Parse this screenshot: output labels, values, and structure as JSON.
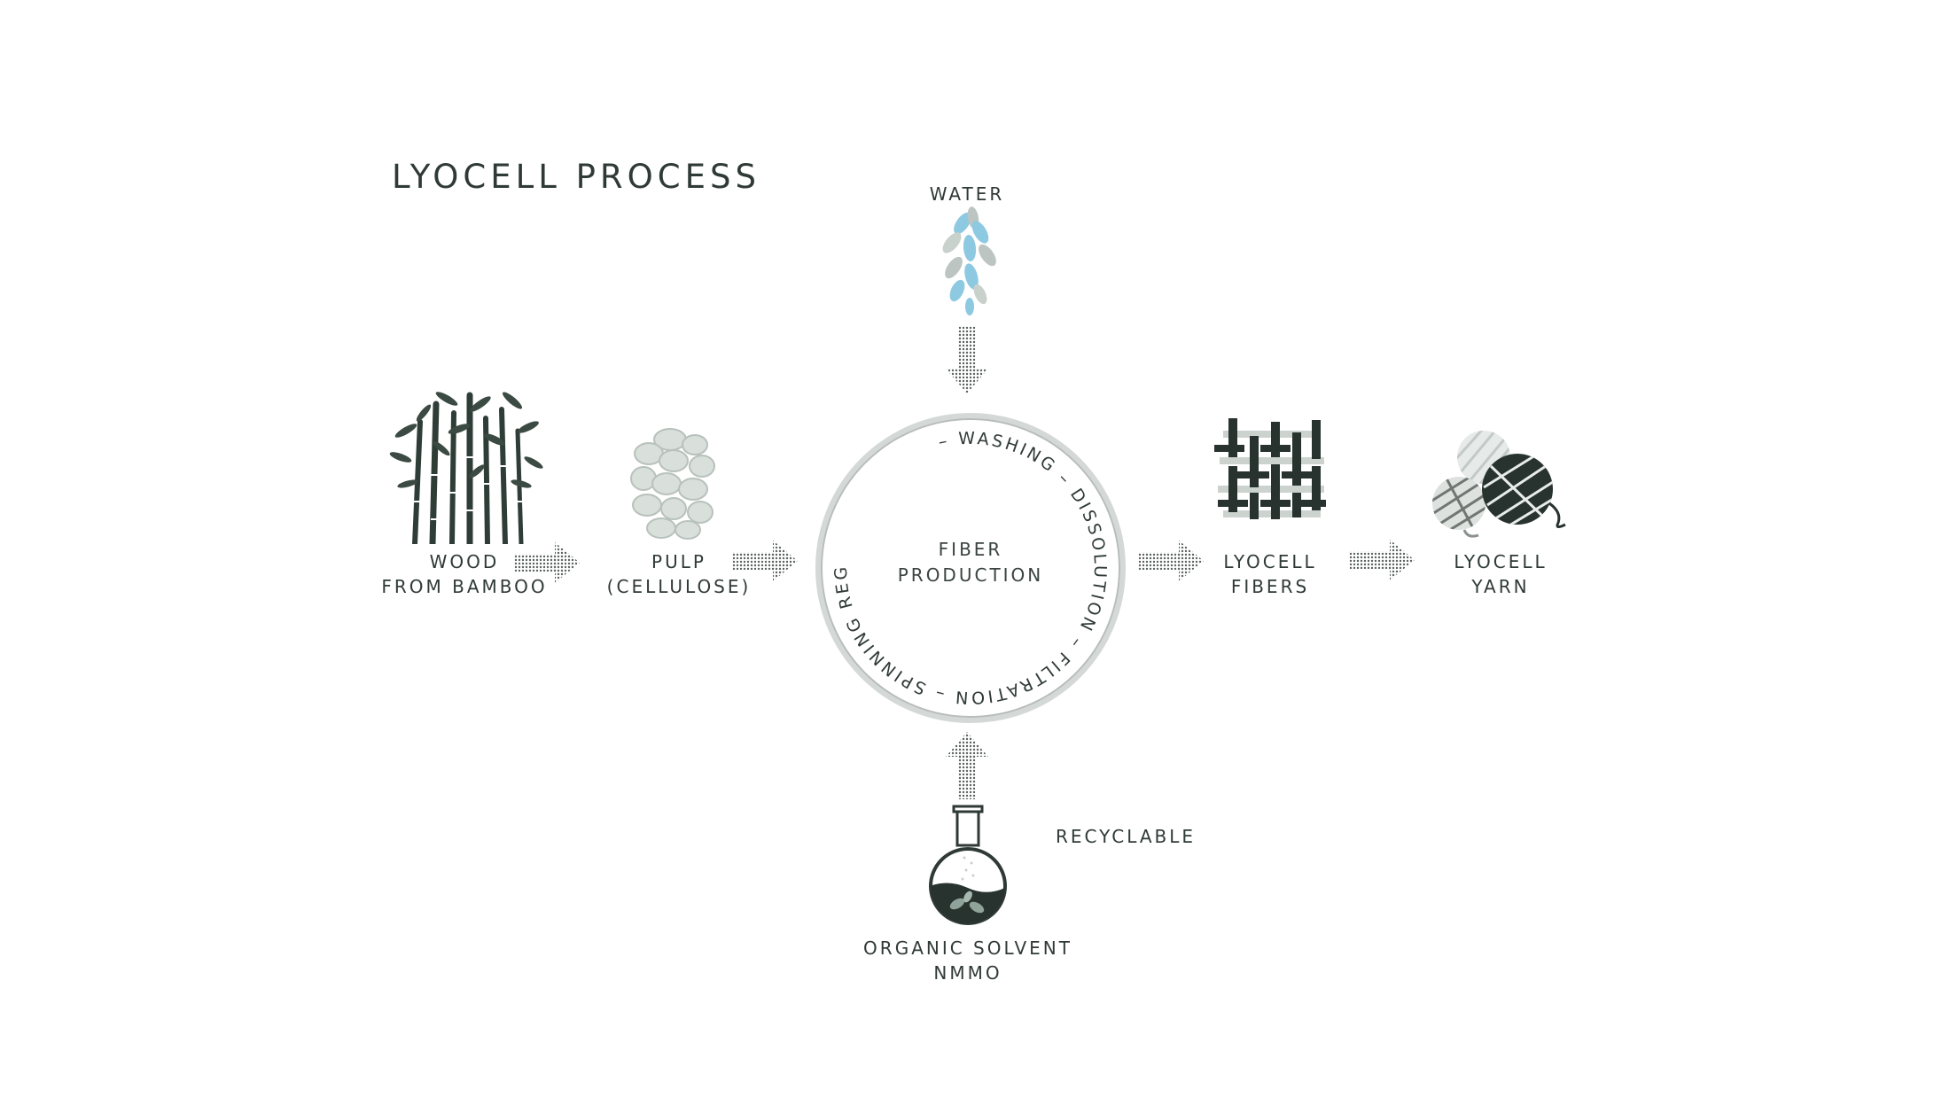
{
  "title": "LYOCELL PROCESS",
  "water": {
    "label": "WATER"
  },
  "wood": {
    "line1": "WOOD",
    "line2": "FROM BAMBOO"
  },
  "pulp": {
    "line1": "PULP",
    "line2": "(CELLULOSE)"
  },
  "center": {
    "line1": "FIBER",
    "line2": "PRODUCTION",
    "ring_text": "– WASHING – DISSOLUTION – FILTRATION – SPINNING REGENARTION"
  },
  "fibers": {
    "line1": "LYOCELL",
    "line2": "FIBERS"
  },
  "yarn": {
    "line1": "LYOCELL",
    "line2": "YARN"
  },
  "solvent": {
    "line1": "ORGANIC SOLVENT",
    "line2": "NMMO"
  },
  "recyclable": {
    "label": "RECYCLABLE"
  },
  "colors": {
    "text": "#2f3a36",
    "dark_green": "#28332f",
    "light_grey": "#c9d0cc",
    "water_blue": "#8ec9e2",
    "ring": "#c6cbc8"
  },
  "icons": {
    "bamboo": "bamboo-icon",
    "pulp": "pulp-icon",
    "water": "water-drops-icon",
    "fibers": "woven-fibers-icon",
    "yarn": "yarn-balls-icon",
    "flask": "flask-icon",
    "arrow": "dotted-arrow-icon"
  }
}
